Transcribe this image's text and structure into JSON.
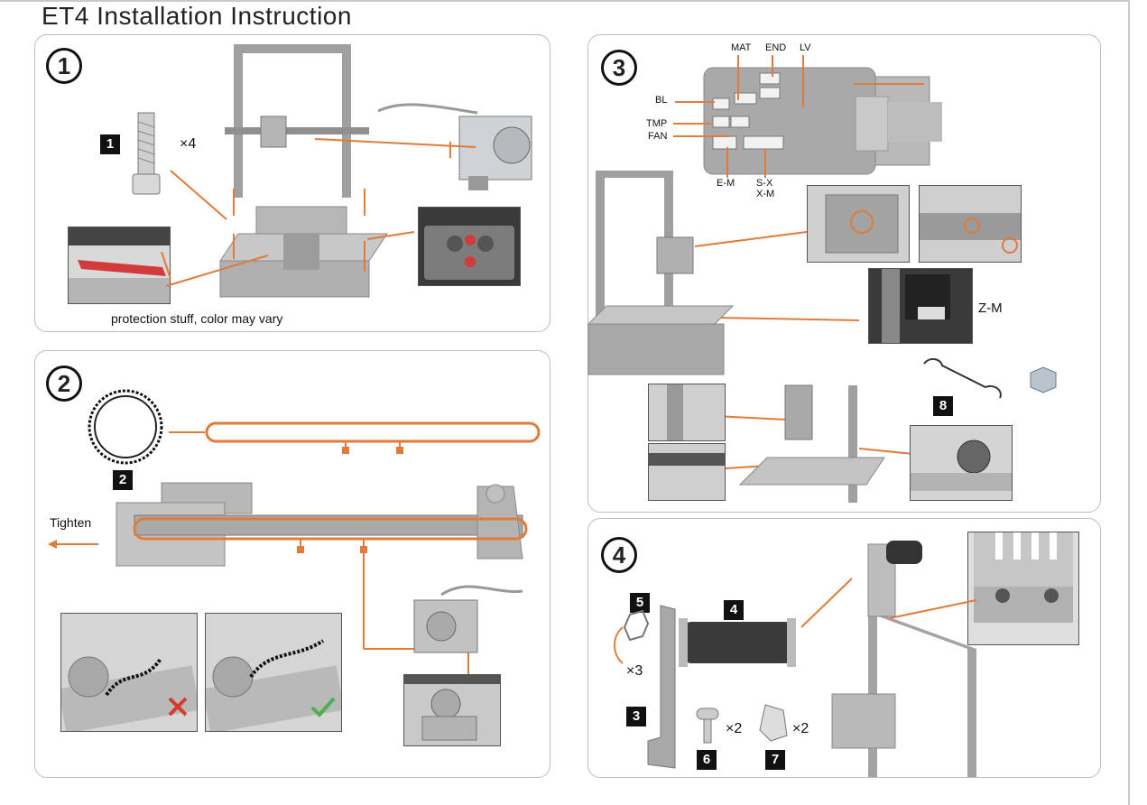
{
  "title": "ET4  Installation Instruction",
  "steps": {
    "s1": {
      "num": "1",
      "badge": "1",
      "qty": "×4",
      "caption": "protection stuff, color may vary"
    },
    "s2": {
      "num": "2",
      "badge": "2",
      "tighten": "Tighten"
    },
    "s3": {
      "num": "3",
      "labels": {
        "mat": "MAT",
        "end": "END",
        "lv": "LV",
        "bl": "BL",
        "tmp": "TMP",
        "fan": "FAN",
        "em": "E-M",
        "sx": "S-X",
        "xm": "X-M",
        "zm": "Z-M"
      },
      "badge": "8"
    },
    "s4": {
      "num": "4",
      "badge3": "3",
      "badge4": "4",
      "badge5": "5",
      "badge6": "6",
      "badge7": "7",
      "qty5": "×3",
      "qty6": "×2",
      "qty7": "×2"
    }
  },
  "colors": {
    "accent": "#e07b39",
    "metal": "#9a9a9a",
    "dark": "#333333"
  }
}
